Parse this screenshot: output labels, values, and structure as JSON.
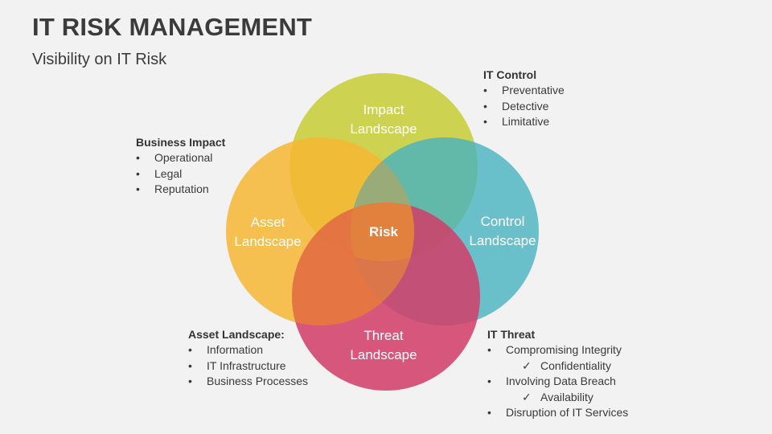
{
  "header": {
    "title": "IT RISK MANAGEMENT",
    "subtitle": "Visibility on IT Risk"
  },
  "venn": {
    "center_label": "Risk",
    "circles": [
      {
        "id": "impact",
        "line1": "Impact",
        "line2": "Landscape",
        "color": "#c9cf3f"
      },
      {
        "id": "asset",
        "line1": "Asset",
        "line2": "Landscape",
        "color": "#f6bb3c"
      },
      {
        "id": "control",
        "line1": "Control",
        "line2": "Landscape",
        "color": "#4fb5bf"
      },
      {
        "id": "threat",
        "line1": "Threat",
        "line2": "Landscape",
        "color": "#d5416a"
      }
    ]
  },
  "notes": {
    "it_control": {
      "heading": "IT Control",
      "items": [
        "Preventative",
        "Detective",
        "Limitative"
      ]
    },
    "business_impact": {
      "heading": "Business Impact",
      "items": [
        "Operational",
        "Legal",
        "Reputation"
      ]
    },
    "asset_landscape": {
      "heading": "Asset Landscape:",
      "items": [
        "Information",
        "IT Infrastructure",
        "Business Processes"
      ]
    },
    "it_threat": {
      "heading": "IT Threat",
      "items": [
        "Compromising Integrity",
        "Confidentiality",
        "Involving Data Breach",
        "Availability",
        "Disruption of IT Services"
      ]
    }
  },
  "glyphs": {
    "bullet": "•",
    "check": "✓"
  }
}
